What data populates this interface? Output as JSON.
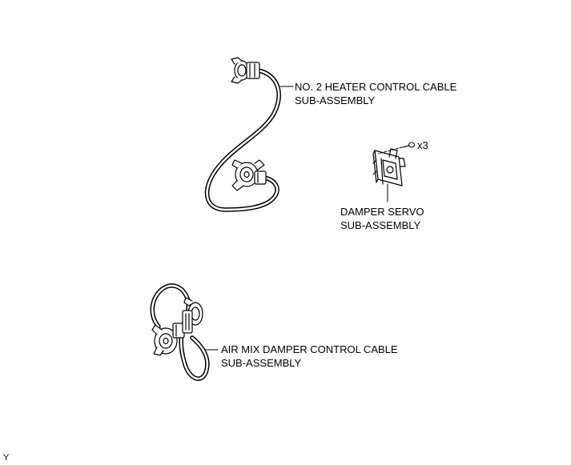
{
  "labels": {
    "heater_cable": {
      "line1": "NO. 2 HEATER CONTROL CABLE",
      "line2": "SUB-ASSEMBLY"
    },
    "screw_count": "x3",
    "damper_servo": {
      "line1": "DAMPER SERVO",
      "line2": "SUB-ASSEMBLY"
    },
    "air_mix_cable": {
      "line1": "AIR MIX DAMPER CONTROL CABLE",
      "line2": "SUB-ASSEMBLY"
    },
    "corner_code": "Y"
  }
}
